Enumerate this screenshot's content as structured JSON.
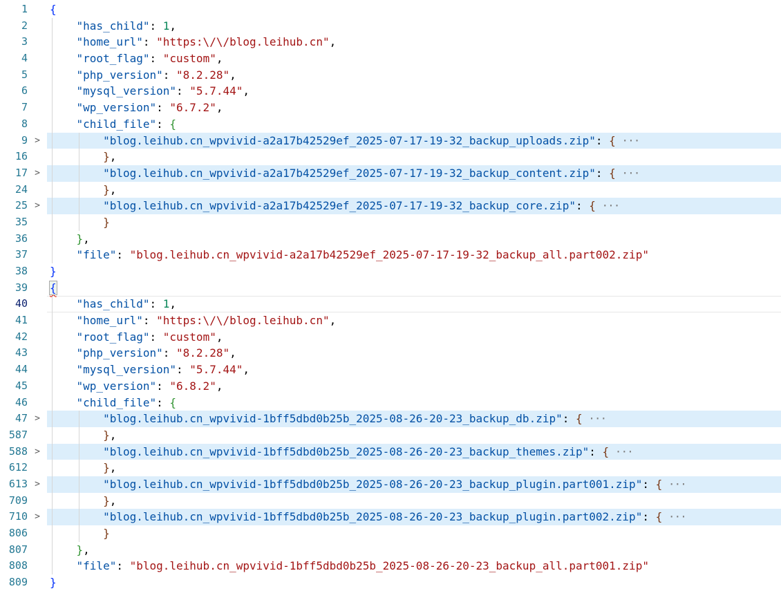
{
  "editor": {
    "language": "json",
    "colors": {
      "key": "#0451a5",
      "string": "#a31515",
      "number": "#098658",
      "bracket_level1": "#0431fa",
      "bracket_level2": "#319331",
      "bracket_level3": "#7b3814",
      "line_number": "#237893",
      "active_line_number": "#0b216f",
      "folded_line_highlight": "#dceefb",
      "indent_guide": "#d6d6d6",
      "background": "#ffffff"
    },
    "fold_ellipsis": "···",
    "chevron_glyph": ">",
    "rows": [
      {
        "line": "1",
        "tokens": [
          [
            "b1",
            "{"
          ]
        ]
      },
      {
        "line": "2",
        "guides": [
          0
        ],
        "tokens": [
          [
            "ws",
            "    "
          ],
          [
            "key",
            "\"has_child\""
          ],
          [
            "pu",
            ": "
          ],
          [
            "num",
            "1"
          ],
          [
            "pu",
            ","
          ]
        ]
      },
      {
        "line": "3",
        "guides": [
          0
        ],
        "tokens": [
          [
            "ws",
            "    "
          ],
          [
            "key",
            "\"home_url\""
          ],
          [
            "pu",
            ": "
          ],
          [
            "str",
            "\"https:\\/\\/blog.leihub.cn\""
          ],
          [
            "pu",
            ","
          ]
        ]
      },
      {
        "line": "4",
        "guides": [
          0
        ],
        "tokens": [
          [
            "ws",
            "    "
          ],
          [
            "key",
            "\"root_flag\""
          ],
          [
            "pu",
            ": "
          ],
          [
            "str",
            "\"custom\""
          ],
          [
            "pu",
            ","
          ]
        ]
      },
      {
        "line": "5",
        "guides": [
          0
        ],
        "tokens": [
          [
            "ws",
            "    "
          ],
          [
            "key",
            "\"php_version\""
          ],
          [
            "pu",
            ": "
          ],
          [
            "str",
            "\"8.2.28\""
          ],
          [
            "pu",
            ","
          ]
        ]
      },
      {
        "line": "6",
        "guides": [
          0
        ],
        "tokens": [
          [
            "ws",
            "    "
          ],
          [
            "key",
            "\"mysql_version\""
          ],
          [
            "pu",
            ": "
          ],
          [
            "str",
            "\"5.7.44\""
          ],
          [
            "pu",
            ","
          ]
        ]
      },
      {
        "line": "7",
        "guides": [
          0
        ],
        "tokens": [
          [
            "ws",
            "    "
          ],
          [
            "key",
            "\"wp_version\""
          ],
          [
            "pu",
            ": "
          ],
          [
            "str",
            "\"6.7.2\""
          ],
          [
            "pu",
            ","
          ]
        ]
      },
      {
        "line": "8",
        "guides": [
          0
        ],
        "tokens": [
          [
            "ws",
            "    "
          ],
          [
            "key",
            "\"child_file\""
          ],
          [
            "pu",
            ": "
          ],
          [
            "b2",
            "{"
          ]
        ]
      },
      {
        "line": "9",
        "chevron": true,
        "highlight": true,
        "guides": [
          0,
          4
        ],
        "tokens": [
          [
            "ws",
            "        "
          ],
          [
            "key",
            "\"blog.leihub.cn_wpvivid-a2a17b42529ef_2025-07-17-19-32_backup_uploads.zip\""
          ],
          [
            "pu",
            ": "
          ],
          [
            "b3",
            "{"
          ],
          [
            "fold",
            " ···"
          ]
        ]
      },
      {
        "line": "16",
        "guides": [
          0,
          4
        ],
        "tokens": [
          [
            "ws",
            "        "
          ],
          [
            "b3",
            "}"
          ],
          [
            "pu",
            ","
          ]
        ]
      },
      {
        "line": "17",
        "chevron": true,
        "highlight": true,
        "guides": [
          0,
          4
        ],
        "tokens": [
          [
            "ws",
            "        "
          ],
          [
            "key",
            "\"blog.leihub.cn_wpvivid-a2a17b42529ef_2025-07-17-19-32_backup_content.zip\""
          ],
          [
            "pu",
            ": "
          ],
          [
            "b3",
            "{"
          ],
          [
            "fold",
            " ···"
          ]
        ]
      },
      {
        "line": "24",
        "guides": [
          0,
          4
        ],
        "tokens": [
          [
            "ws",
            "        "
          ],
          [
            "b3",
            "}"
          ],
          [
            "pu",
            ","
          ]
        ]
      },
      {
        "line": "25",
        "chevron": true,
        "highlight": true,
        "guides": [
          0,
          4
        ],
        "tokens": [
          [
            "ws",
            "        "
          ],
          [
            "key",
            "\"blog.leihub.cn_wpvivid-a2a17b42529ef_2025-07-17-19-32_backup_core.zip\""
          ],
          [
            "pu",
            ": "
          ],
          [
            "b3",
            "{"
          ],
          [
            "fold",
            " ···"
          ]
        ]
      },
      {
        "line": "35",
        "guides": [
          0,
          4
        ],
        "tokens": [
          [
            "ws",
            "        "
          ],
          [
            "b3",
            "}"
          ]
        ]
      },
      {
        "line": "36",
        "guides": [
          0
        ],
        "tokens": [
          [
            "ws",
            "    "
          ],
          [
            "b2",
            "}"
          ],
          [
            "pu",
            ","
          ]
        ]
      },
      {
        "line": "37",
        "guides": [
          0
        ],
        "tokens": [
          [
            "ws",
            "    "
          ],
          [
            "key",
            "\"file\""
          ],
          [
            "pu",
            ": "
          ],
          [
            "str",
            "\"blog.leihub.cn_wpvivid-a2a17b42529ef_2025-07-17-19-32_backup_all.part002.zip\""
          ]
        ]
      },
      {
        "line": "38",
        "tokens": [
          [
            "b1",
            "}"
          ]
        ]
      },
      {
        "line": "39",
        "tokens": [
          [
            "b1m",
            "{"
          ]
        ]
      },
      {
        "line": "40",
        "current": true,
        "guides": [
          0
        ],
        "tokens": [
          [
            "ws",
            "    "
          ],
          [
            "key",
            "\"has_child\""
          ],
          [
            "pu",
            ": "
          ],
          [
            "num",
            "1"
          ],
          [
            "pu",
            ","
          ]
        ]
      },
      {
        "line": "41",
        "guides": [
          0
        ],
        "tokens": [
          [
            "ws",
            "    "
          ],
          [
            "key",
            "\"home_url\""
          ],
          [
            "pu",
            ": "
          ],
          [
            "str",
            "\"https:\\/\\/blog.leihub.cn\""
          ],
          [
            "pu",
            ","
          ]
        ]
      },
      {
        "line": "42",
        "guides": [
          0
        ],
        "tokens": [
          [
            "ws",
            "    "
          ],
          [
            "key",
            "\"root_flag\""
          ],
          [
            "pu",
            ": "
          ],
          [
            "str",
            "\"custom\""
          ],
          [
            "pu",
            ","
          ]
        ]
      },
      {
        "line": "43",
        "guides": [
          0
        ],
        "tokens": [
          [
            "ws",
            "    "
          ],
          [
            "key",
            "\"php_version\""
          ],
          [
            "pu",
            ": "
          ],
          [
            "str",
            "\"8.2.28\""
          ],
          [
            "pu",
            ","
          ]
        ]
      },
      {
        "line": "44",
        "guides": [
          0
        ],
        "tokens": [
          [
            "ws",
            "    "
          ],
          [
            "key",
            "\"mysql_version\""
          ],
          [
            "pu",
            ": "
          ],
          [
            "str",
            "\"5.7.44\""
          ],
          [
            "pu",
            ","
          ]
        ]
      },
      {
        "line": "45",
        "guides": [
          0
        ],
        "tokens": [
          [
            "ws",
            "    "
          ],
          [
            "key",
            "\"wp_version\""
          ],
          [
            "pu",
            ": "
          ],
          [
            "str",
            "\"6.8.2\""
          ],
          [
            "pu",
            ","
          ]
        ]
      },
      {
        "line": "46",
        "guides": [
          0
        ],
        "tokens": [
          [
            "ws",
            "    "
          ],
          [
            "key",
            "\"child_file\""
          ],
          [
            "pu",
            ": "
          ],
          [
            "b2",
            "{"
          ]
        ]
      },
      {
        "line": "47",
        "chevron": true,
        "highlight": true,
        "guides": [
          0,
          4
        ],
        "tokens": [
          [
            "ws",
            "        "
          ],
          [
            "key",
            "\"blog.leihub.cn_wpvivid-1bff5dbd0b25b_2025-08-26-20-23_backup_db.zip\""
          ],
          [
            "pu",
            ": "
          ],
          [
            "b3",
            "{"
          ],
          [
            "fold",
            " ···"
          ]
        ]
      },
      {
        "line": "587",
        "guides": [
          0,
          4
        ],
        "tokens": [
          [
            "ws",
            "        "
          ],
          [
            "b3",
            "}"
          ],
          [
            "pu",
            ","
          ]
        ]
      },
      {
        "line": "588",
        "chevron": true,
        "highlight": true,
        "guides": [
          0,
          4
        ],
        "tokens": [
          [
            "ws",
            "        "
          ],
          [
            "key",
            "\"blog.leihub.cn_wpvivid-1bff5dbd0b25b_2025-08-26-20-23_backup_themes.zip\""
          ],
          [
            "pu",
            ": "
          ],
          [
            "b3",
            "{"
          ],
          [
            "fold",
            " ···"
          ]
        ]
      },
      {
        "line": "612",
        "guides": [
          0,
          4
        ],
        "tokens": [
          [
            "ws",
            "        "
          ],
          [
            "b3",
            "}"
          ],
          [
            "pu",
            ","
          ]
        ]
      },
      {
        "line": "613",
        "chevron": true,
        "highlight": true,
        "guides": [
          0,
          4
        ],
        "tokens": [
          [
            "ws",
            "        "
          ],
          [
            "key",
            "\"blog.leihub.cn_wpvivid-1bff5dbd0b25b_2025-08-26-20-23_backup_plugin.part001.zip\""
          ],
          [
            "pu",
            ": "
          ],
          [
            "b3",
            "{"
          ],
          [
            "fold",
            " ···"
          ]
        ]
      },
      {
        "line": "709",
        "guides": [
          0,
          4
        ],
        "tokens": [
          [
            "ws",
            "        "
          ],
          [
            "b3",
            "}"
          ],
          [
            "pu",
            ","
          ]
        ]
      },
      {
        "line": "710",
        "chevron": true,
        "highlight": true,
        "guides": [
          0,
          4
        ],
        "tokens": [
          [
            "ws",
            "        "
          ],
          [
            "key",
            "\"blog.leihub.cn_wpvivid-1bff5dbd0b25b_2025-08-26-20-23_backup_plugin.part002.zip\""
          ],
          [
            "pu",
            ": "
          ],
          [
            "b3",
            "{"
          ],
          [
            "fold",
            " ···"
          ]
        ]
      },
      {
        "line": "806",
        "guides": [
          0,
          4
        ],
        "tokens": [
          [
            "ws",
            "        "
          ],
          [
            "b3",
            "}"
          ]
        ]
      },
      {
        "line": "807",
        "guides": [
          0
        ],
        "tokens": [
          [
            "ws",
            "    "
          ],
          [
            "b2",
            "}"
          ],
          [
            "pu",
            ","
          ]
        ]
      },
      {
        "line": "808",
        "guides": [
          0
        ],
        "tokens": [
          [
            "ws",
            "    "
          ],
          [
            "key",
            "\"file\""
          ],
          [
            "pu",
            ": "
          ],
          [
            "str",
            "\"blog.leihub.cn_wpvivid-1bff5dbd0b25b_2025-08-26-20-23_backup_all.part001.zip\""
          ]
        ]
      },
      {
        "line": "809",
        "tokens": [
          [
            "b1",
            "}"
          ]
        ]
      }
    ]
  }
}
